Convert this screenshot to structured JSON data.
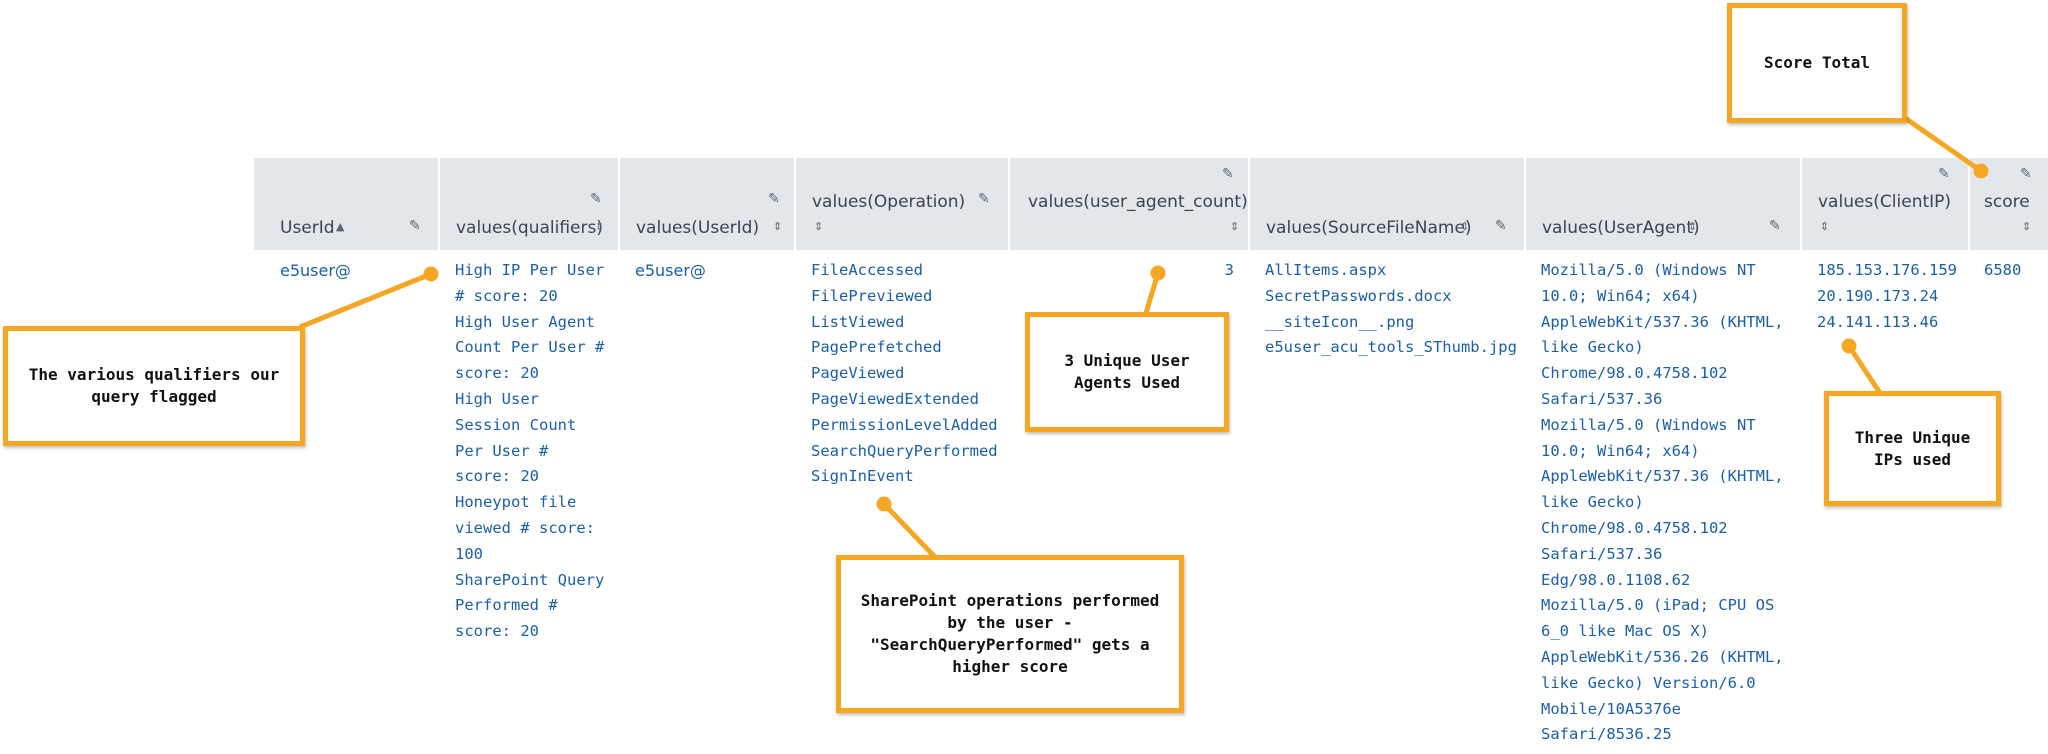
{
  "table": {
    "headers": [
      {
        "label": "UserId"
      },
      {
        "label": "values(qualifiers)"
      },
      {
        "label": "values(UserId)"
      },
      {
        "label": "values(Operation)"
      },
      {
        "label": "values(user_agent_count)"
      },
      {
        "label": "values(SourceFileName)"
      },
      {
        "label": "values(UserAgent)"
      },
      {
        "label": "values(ClientIP)"
      },
      {
        "label": "score"
      }
    ],
    "row": {
      "userid": "e5user@",
      "qualifiers": [
        "High IP Per User",
        "# score: 20",
        "High User Agent",
        "Count Per User #",
        "score: 20",
        "High User",
        "Session Count",
        "Per User #",
        "score: 20",
        "Honeypot file",
        "viewed # score:",
        "100",
        "SharePoint Query",
        "Performed #",
        "score: 20"
      ],
      "values_userid": "e5user@",
      "operations": [
        "FileAccessed",
        "FilePreviewed",
        "ListViewed",
        "PagePrefetched",
        "PageViewed",
        "PageViewedExtended",
        "PermissionLevelAdded",
        "SearchQueryPerformed",
        "SignInEvent"
      ],
      "user_agent_count": "3",
      "source_files": [
        "AllItems.aspx",
        "SecretPasswords.docx",
        "__siteIcon__.png",
        "e5user_acu_tools_SThumb.jpg"
      ],
      "user_agents": [
        "Mozilla/5.0 (Windows NT",
        "10.0; Win64; x64)",
        "AppleWebKit/537.36 (KHTML,",
        "like Gecko)",
        "Chrome/98.0.4758.102",
        "Safari/537.36",
        "Mozilla/5.0 (Windows NT",
        "10.0; Win64; x64)",
        "AppleWebKit/537.36 (KHTML,",
        "like Gecko)",
        "Chrome/98.0.4758.102",
        "Safari/537.36",
        "Edg/98.0.1108.62",
        "Mozilla/5.0 (iPad; CPU OS",
        "6_0 like Mac OS X)",
        "AppleWebKit/536.26 (KHTML,",
        "like Gecko) Version/6.0",
        "Mobile/10A5376e",
        "Safari/8536.25"
      ],
      "client_ips": [
        "185.153.176.159",
        "20.190.173.24",
        "24.141.113.46"
      ],
      "score": "6580"
    }
  },
  "callouts": {
    "score_total": "Score Total",
    "qualifiers_line1": "The various qualifiers our",
    "qualifiers_line2": "query flagged",
    "user_agents_line1": "3 Unique User",
    "user_agents_line2": "Agents Used",
    "ips_line1": "Three Unique",
    "ips_line2": "IPs used",
    "ops_line1": "SharePoint operations performed",
    "ops_line2": "by the user -",
    "ops_line3": "\"SearchQueryPerformed\" gets a",
    "ops_line4": "higher score"
  },
  "colors": {
    "header_bg": "#e2e7eb",
    "link_text": "#1a5fa8",
    "callout_border": "#f5a623"
  }
}
